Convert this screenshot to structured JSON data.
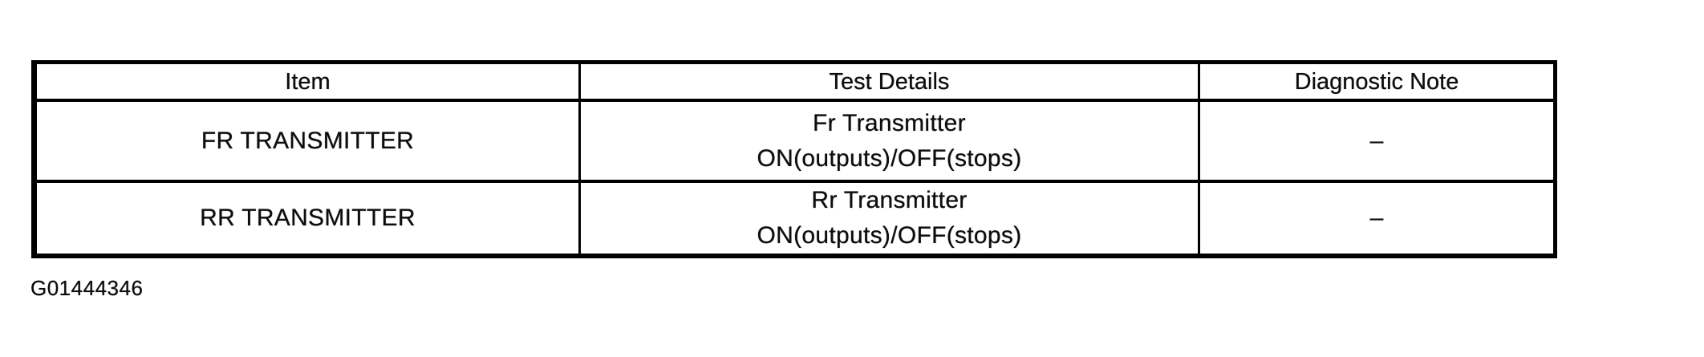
{
  "page": {
    "background": "#ffffff",
    "ink_color": "#0d0d0d",
    "border_color": "#000000"
  },
  "figure": {
    "id_label": "G01444346"
  },
  "table": {
    "headers": [
      "Item",
      "Test Details",
      "Diagnostic Note"
    ],
    "rows": [
      {
        "item": "FR TRANSMITTER",
        "test_details_line1": "Fr Transmitter",
        "test_details_line2": "ON(outputs)/OFF(stops)",
        "diagnostic_note": "–"
      },
      {
        "item": "RR TRANSMITTER",
        "test_details_line1": "Rr Transmitter",
        "test_details_line2": "ON(outputs)/OFF(stops)",
        "diagnostic_note": "–"
      }
    ]
  }
}
